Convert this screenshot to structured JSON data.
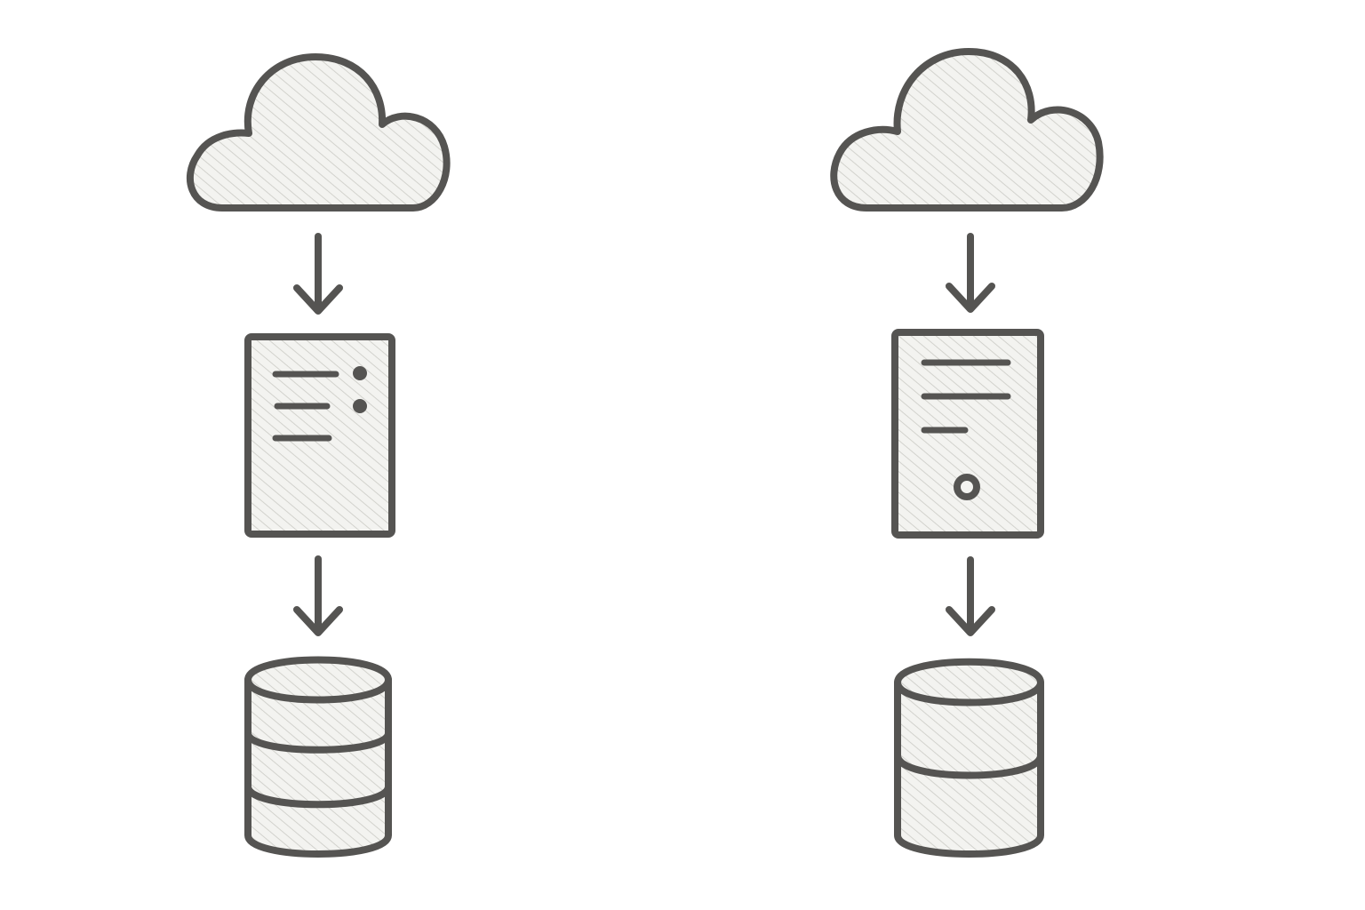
{
  "diagram": {
    "colors": {
      "stroke": "#555452",
      "fill": "#f3f3f0",
      "hatch": "#cfcfca",
      "background": "#ffffff"
    },
    "columns": [
      {
        "id": "left",
        "nodes": [
          "cloud-icon",
          "server-icon",
          "database-icon"
        ],
        "server_lines": 3,
        "server_dots": 2,
        "database_bands": 3
      },
      {
        "id": "right",
        "nodes": [
          "cloud-icon",
          "server-icon",
          "database-icon"
        ],
        "server_lines": 3,
        "server_dots": 0,
        "server_button": true,
        "database_bands": 2
      }
    ],
    "edges": [
      {
        "from": "cloud",
        "to": "server",
        "style": "arrow-down"
      },
      {
        "from": "server",
        "to": "database",
        "style": "arrow-down"
      }
    ]
  }
}
